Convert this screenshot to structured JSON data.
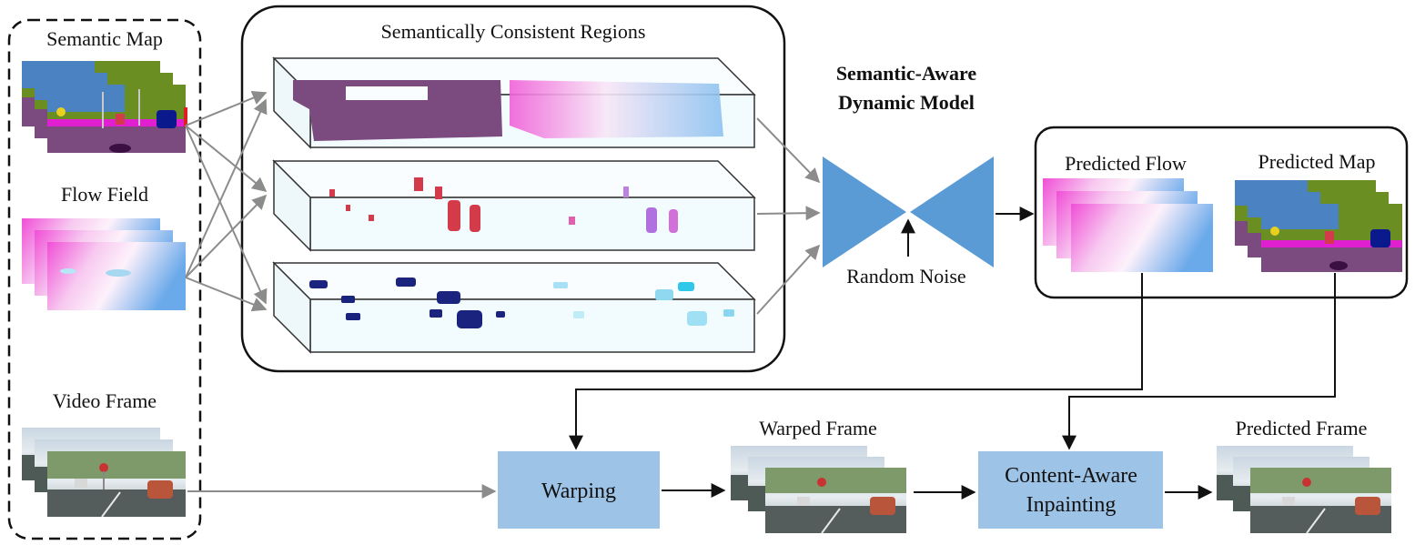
{
  "labels": {
    "semantic_map": "Semantic Map",
    "flow_field": "Flow Field",
    "video_frame": "Video Frame",
    "consistent_regions": "Semantically Consistent Regions",
    "dynamic_model_line1": "Semantic-Aware",
    "dynamic_model_line2": "Dynamic Model",
    "random_noise": "Random Noise",
    "predicted_flow": "Predicted Flow",
    "predicted_map": "Predicted Map",
    "warping": "Warping",
    "warped_frame": "Warped Frame",
    "inpainting_line1": "Content-Aware",
    "inpainting_line2": "Inpainting",
    "predicted_frame": "Predicted Frame"
  },
  "colors": {
    "model_blue": "#5b9bd5",
    "process_box": "#9dc3e6",
    "arrow_gray": "#8c8c8c",
    "arrow_black": "#111111",
    "region_fill": "#f2fbfe",
    "semantic_purple": "#7b4a7e",
    "person_red": "#d33a4a",
    "car_navy": "#1a237e",
    "flow_pink": "#f050d8",
    "flow_blue": "#64a8e8"
  }
}
